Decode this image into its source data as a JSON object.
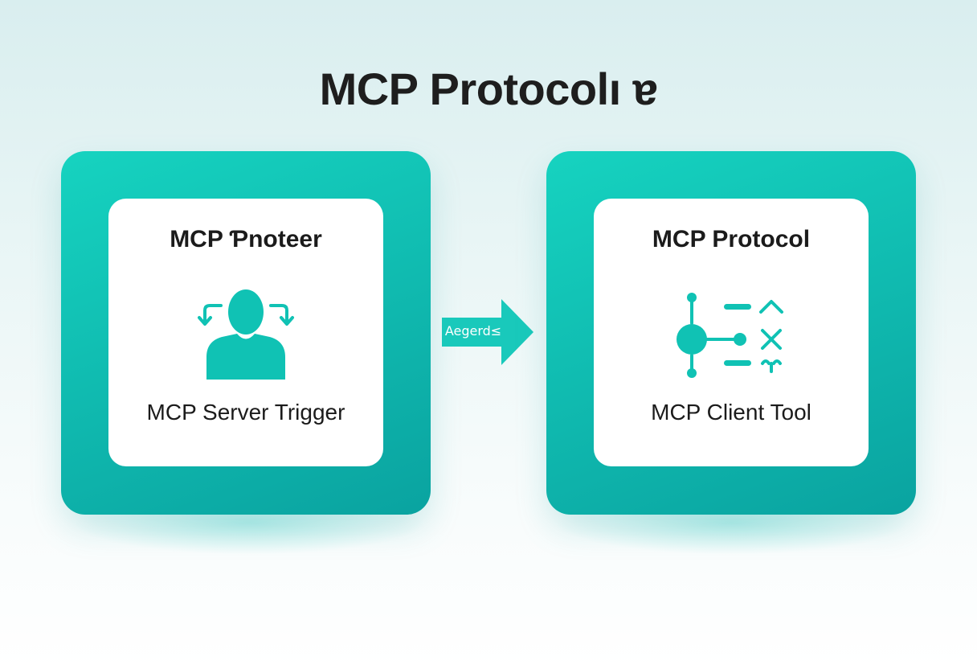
{
  "title": "MCP Protocolı ɐ",
  "colors": {
    "accent": "#10c2b4",
    "accent_dark": "#0aa3a0",
    "text": "#1e1e1e",
    "background": "#e8f5f5"
  },
  "left_card": {
    "heading": "MCP Ƥnoteer",
    "caption": "MCP Server Trigger",
    "icon": "user-sync-icon"
  },
  "connector": {
    "label": "Aegerd≤",
    "icon": "arrow-right-icon"
  },
  "right_card": {
    "heading": "MCP Protocol",
    "caption": "MCP Client Tool",
    "icon": "tool-nodes-icon"
  }
}
